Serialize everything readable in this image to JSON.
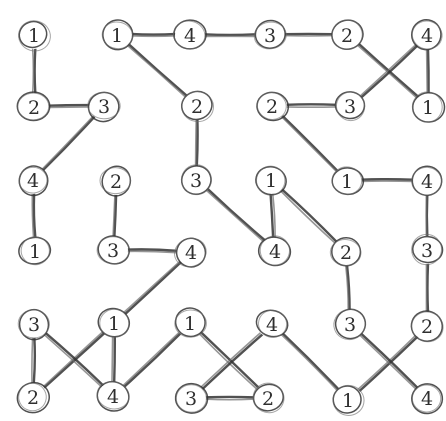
{
  "colors": {
    "background": "#ffffff",
    "ink": "#333333",
    "pencil": "#6a6a6a"
  },
  "nodes": [
    {
      "id": "n1",
      "label": "1"
    },
    {
      "id": "n2",
      "label": "1"
    },
    {
      "id": "n3",
      "label": "4"
    },
    {
      "id": "n4",
      "label": "3"
    },
    {
      "id": "n5",
      "label": "2"
    },
    {
      "id": "n6",
      "label": "4"
    },
    {
      "id": "n7",
      "label": "2"
    },
    {
      "id": "n8",
      "label": "3"
    },
    {
      "id": "n9",
      "label": "2"
    },
    {
      "id": "n10",
      "label": "2"
    },
    {
      "id": "n11",
      "label": "3"
    },
    {
      "id": "n12",
      "label": "1"
    },
    {
      "id": "n13",
      "label": "4"
    },
    {
      "id": "n14",
      "label": "2"
    },
    {
      "id": "n15",
      "label": "3"
    },
    {
      "id": "n16",
      "label": "1"
    },
    {
      "id": "n17",
      "label": "1"
    },
    {
      "id": "n18",
      "label": "4"
    },
    {
      "id": "n19",
      "label": "1"
    },
    {
      "id": "n20",
      "label": "3"
    },
    {
      "id": "n21",
      "label": "4"
    },
    {
      "id": "n22",
      "label": "4"
    },
    {
      "id": "n23",
      "label": "2"
    },
    {
      "id": "n24",
      "label": "3"
    },
    {
      "id": "n25",
      "label": "3"
    },
    {
      "id": "n26",
      "label": "1"
    },
    {
      "id": "n27",
      "label": "1"
    },
    {
      "id": "n28",
      "label": "4"
    },
    {
      "id": "n29",
      "label": "3"
    },
    {
      "id": "n30",
      "label": "2"
    },
    {
      "id": "n31",
      "label": "2"
    },
    {
      "id": "n32",
      "label": "4"
    },
    {
      "id": "n33",
      "label": "3"
    },
    {
      "id": "n34",
      "label": "2"
    },
    {
      "id": "n35",
      "label": "1"
    },
    {
      "id": "n36",
      "label": "4"
    }
  ],
  "edges": [
    {
      "from": "n1",
      "to": "n7"
    },
    {
      "from": "n7",
      "to": "n8"
    },
    {
      "from": "n8",
      "to": "n13"
    },
    {
      "from": "n13",
      "to": "n19"
    },
    {
      "from": "n2",
      "to": "n3"
    },
    {
      "from": "n3",
      "to": "n4"
    },
    {
      "from": "n4",
      "to": "n5"
    },
    {
      "from": "n5",
      "to": "n12"
    },
    {
      "from": "n6",
      "to": "n12"
    },
    {
      "from": "n6",
      "to": "n11"
    },
    {
      "from": "n2",
      "to": "n9"
    },
    {
      "from": "n9",
      "to": "n15"
    },
    {
      "from": "n15",
      "to": "n22"
    },
    {
      "from": "n22",
      "to": "n16"
    },
    {
      "from": "n10",
      "to": "n11"
    },
    {
      "from": "n10",
      "to": "n17"
    },
    {
      "from": "n17",
      "to": "n18"
    },
    {
      "from": "n18",
      "to": "n24"
    },
    {
      "from": "n24",
      "to": "n30"
    },
    {
      "from": "n30",
      "to": "n35"
    },
    {
      "from": "n16",
      "to": "n23"
    },
    {
      "from": "n23",
      "to": "n29"
    },
    {
      "from": "n29",
      "to": "n36"
    },
    {
      "from": "n14",
      "to": "n20"
    },
    {
      "from": "n20",
      "to": "n21"
    },
    {
      "from": "n21",
      "to": "n31"
    },
    {
      "from": "n25",
      "to": "n31"
    },
    {
      "from": "n25",
      "to": "n32"
    },
    {
      "from": "n26",
      "to": "n32"
    },
    {
      "from": "n27",
      "to": "n34"
    },
    {
      "from": "n27",
      "to": "n32"
    },
    {
      "from": "n28",
      "to": "n33"
    },
    {
      "from": "n28",
      "to": "n35"
    },
    {
      "from": "n33",
      "to": "n34"
    }
  ]
}
